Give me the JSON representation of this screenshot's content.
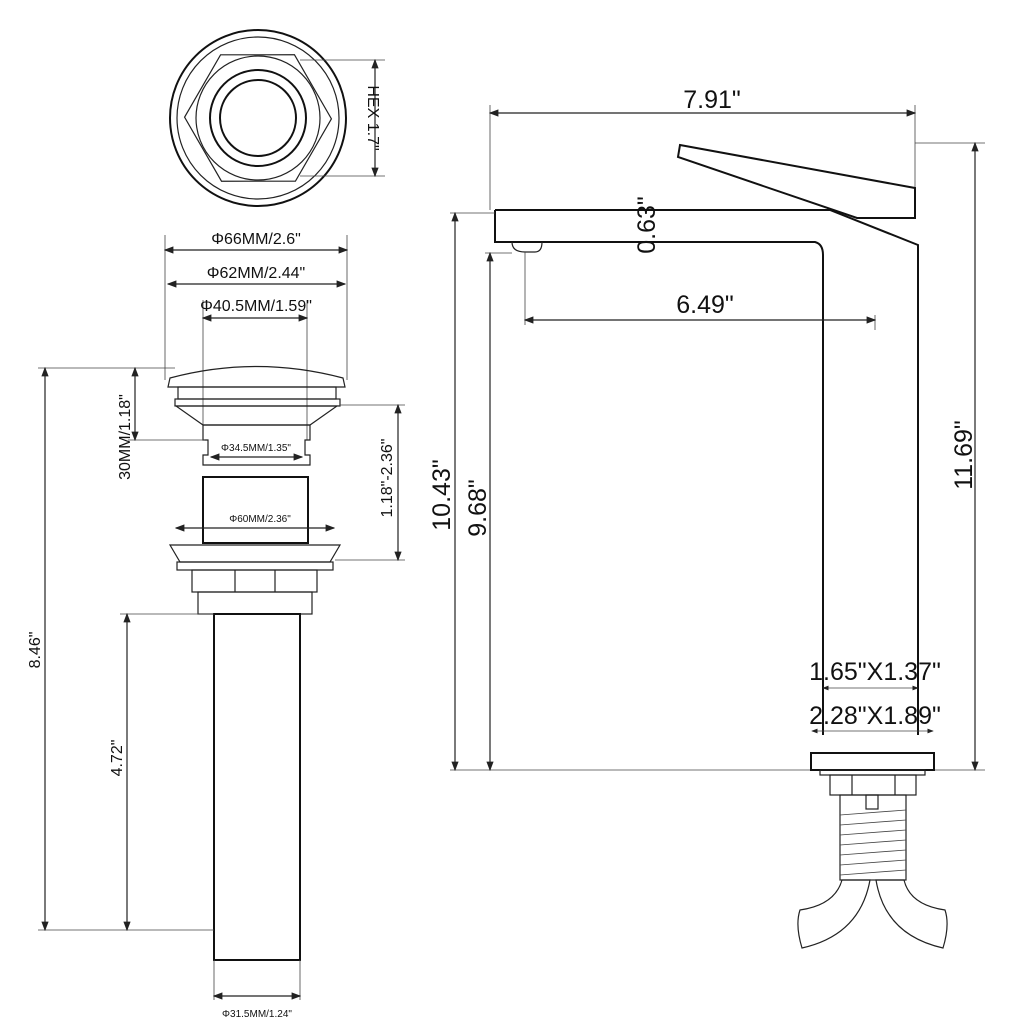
{
  "drain": {
    "hex_label": "HEX 1.7\"",
    "dia_66": "Φ66MM/2.6\"",
    "dia_62": "Φ62MM/2.44\"",
    "dia_40_5": "Φ40.5MM/1.59\"",
    "height_30mm": "30MM/1.18\"",
    "dia_34_5": "Φ34.5MM/1.35\"",
    "range_height": "1.18\"-2.36\"",
    "dia_60": "Φ60MM/2.36\"",
    "total_height": "8.46\"",
    "pipe_length": "4.72\"",
    "dia_31_5": "Φ31.5MM/1.24\""
  },
  "faucet": {
    "width": "7.91\"",
    "spout_thickness": "0.63\"",
    "spout_reach": "6.49\"",
    "total_height": "11.69\"",
    "spout_height": "10.43\"",
    "outlet_height": "9.68\"",
    "body_section": "1.65\"X1.37\"",
    "base_section": "2.28\"X1.89\""
  }
}
